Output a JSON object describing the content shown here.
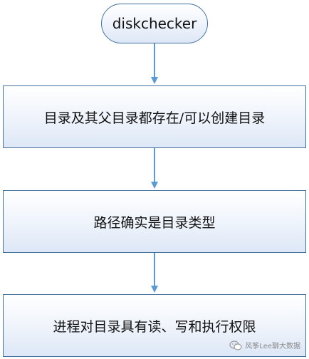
{
  "diagram": {
    "start_node": "diskchecker",
    "steps": [
      "目录及其父目录都存在/可以创建目录",
      "路径确实是目录类型",
      "进程对目录具有读、写和执行权限"
    ]
  },
  "watermark": {
    "text": "风筝Lee聊大数据",
    "icon": "wechat-icon"
  },
  "colors": {
    "border": "#41719c",
    "arrow": "#5b9bd5",
    "fill_top": "#ffffff",
    "fill_bottom": "#dde7f6"
  }
}
